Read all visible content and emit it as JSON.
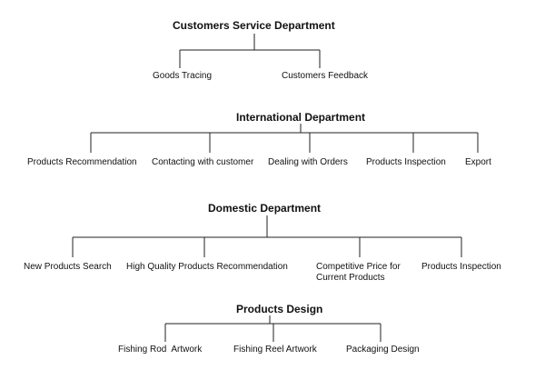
{
  "departments": [
    {
      "title": "Customers Service Department",
      "children": [
        "Goods Tracing",
        "Customers Feedback"
      ]
    },
    {
      "title": "International Department",
      "children": [
        "Products Recommendation",
        "Contacting with customer",
        "Dealing with Orders",
        "Products Inspection",
        "Export"
      ]
    },
    {
      "title": "Domestic Department",
      "children": [
        "New Products Search",
        "High Quality Products Recommendation",
        "Competitive Price for Current Products",
        "Products Inspection"
      ]
    },
    {
      "title": "Products Design",
      "children": [
        "Fishing Rod  Artwork",
        "Fishing Reel Artwork",
        "Packaging Design"
      ]
    }
  ],
  "colors": {
    "line": "#222222",
    "text": "#111111"
  }
}
